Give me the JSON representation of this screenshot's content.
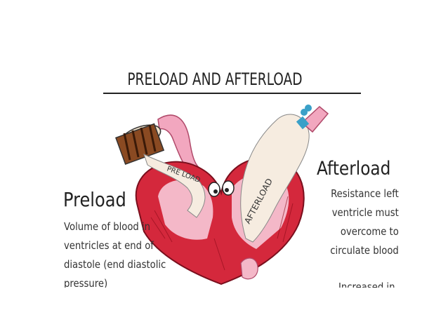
{
  "title": "PRELOAD AND AFTERLOAD",
  "heart_labels": {
    "preload_arrow": "PRE LOAD",
    "afterload_arrow": "AFTERLOAD"
  },
  "preload": {
    "heading": "Preload",
    "lines": [
      "Volume of blood in",
      "ventricles at end of",
      "diastole (end diastolic",
      "pressure)"
    ]
  },
  "afterload": {
    "heading": "Afterload",
    "lines": [
      "Resistance left",
      "ventricle must",
      "overcome to",
      "circulate blood"
    ],
    "cutoff": "Increased in"
  },
  "colors": {
    "heart_red": "#c8102e",
    "heart_pink": "#f4b8c8",
    "vessel_pink": "#f2a7bf",
    "arrow_cream": "#f6ece0",
    "barrel_brown": "#6b3b1e",
    "valve_blue": "#3aa0c8"
  }
}
